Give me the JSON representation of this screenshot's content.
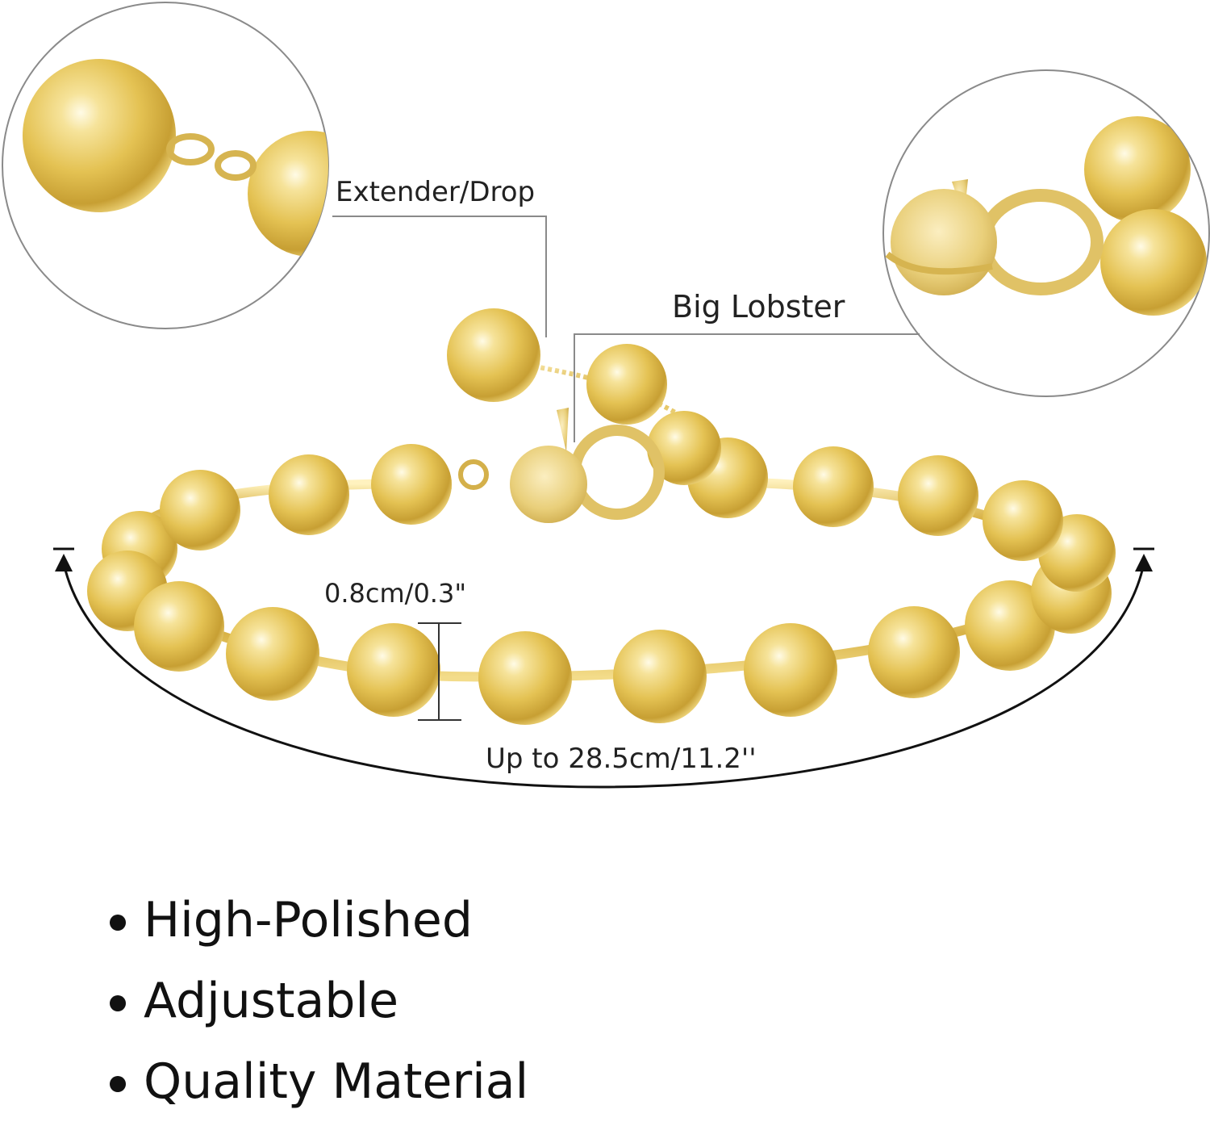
{
  "callouts": {
    "extender": "Extender/Drop",
    "lobster": "Big Lobster"
  },
  "measurements": {
    "bead_size": "0.8cm/0.3\"",
    "length": "Up to 28.5cm/11.2''"
  },
  "features": [
    "High-Polished",
    "Adjustable",
    "Quality Material"
  ],
  "colors": {
    "gold": "#e8c65a",
    "gold_dark": "#b8912a",
    "gold_light": "#fff7d0",
    "line": "#8a8a8a",
    "text": "#222222"
  }
}
